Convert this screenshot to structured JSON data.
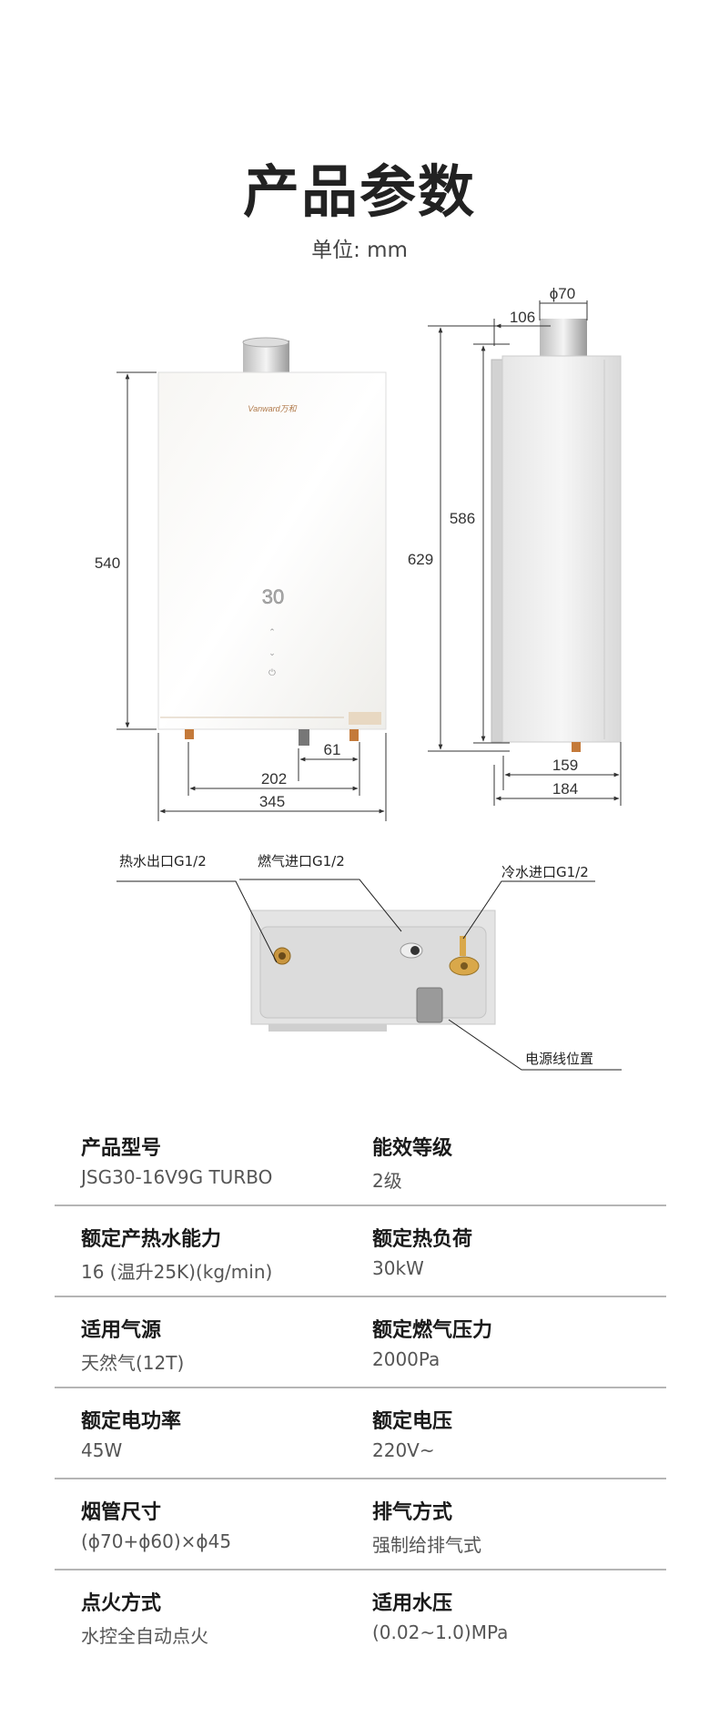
{
  "header": {
    "title": "产品参数",
    "unit": "单位: mm"
  },
  "diagram": {
    "brand_logo": "Vanward万和",
    "display_value": "30",
    "front_dims": {
      "height": "540",
      "width": "345",
      "pipe_span": "202",
      "gas_offset": "61"
    },
    "side_dims": {
      "total_height": "629",
      "body_height": "586",
      "flue_offset": "106",
      "flue_diameter": "ϕ70",
      "depth": "159",
      "total_depth": "184"
    },
    "callouts": {
      "hot_out": "热水出口G1/2",
      "gas_in": "燃气进口G1/2",
      "cold_in": "冷水进口G1/2",
      "power": "电源线位置"
    }
  },
  "specs": [
    {
      "label_left": "产品型号",
      "value_left": "JSG30-16V9G TURBO",
      "label_right": "能效等级",
      "value_right": "2级"
    },
    {
      "label_left": "额定产热水能力",
      "value_left": "16 (温升25K)(kg/min)",
      "label_right": "额定热负荷",
      "value_right": "30kW"
    },
    {
      "label_left": "适用气源",
      "value_left": "天然气(12T)",
      "label_right": "额定燃气压力",
      "value_right": "2000Pa"
    },
    {
      "label_left": "额定电功率",
      "value_left": "45W",
      "label_right": "额定电压",
      "value_right": "220V~"
    },
    {
      "label_left": "烟管尺寸",
      "value_left": "(ϕ70+ϕ60)×ϕ45",
      "label_right": "排气方式",
      "value_right": "强制给排气式"
    },
    {
      "label_left": "点火方式",
      "value_left": "水控全自动点火",
      "label_right": "适用水压",
      "value_right": "(0.02~1.0)MPa"
    }
  ]
}
